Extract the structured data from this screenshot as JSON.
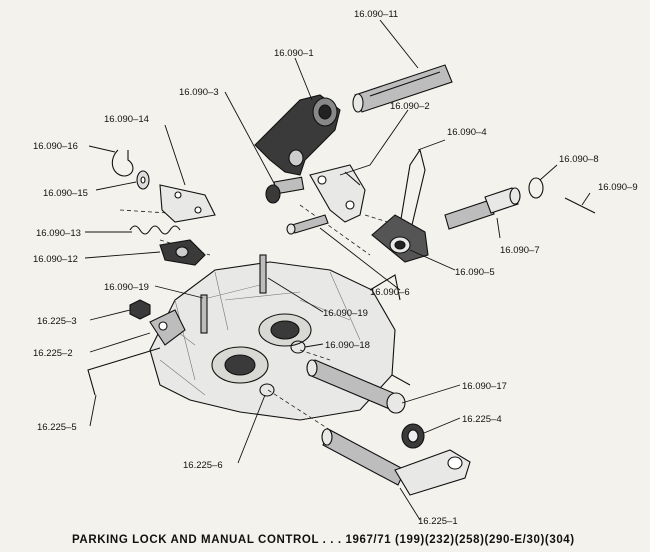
{
  "caption": "PARKING LOCK AND MANUAL CONTROL . . . 1967/71  (199)(232)(258)(290-E/30)(304)",
  "labels": {
    "p16_090_11": "16.090–11",
    "p16_090_1": "16.090–1",
    "p16_090_3": "16.090–3",
    "p16_090_2": "16.090–2",
    "p16_090_4": "16.090–4",
    "p16_090_14": "16.090–14",
    "p16_090_16": "16.090–16",
    "p16_090_15": "16.090–15",
    "p16_090_8": "16.090–8",
    "p16_090_9": "16.090–9",
    "p16_090_13": "16.090–13",
    "p16_090_12": "16.090–12",
    "p16_090_7": "16.090–7",
    "p16_090_5": "16.090–5",
    "p16_090_6": "16.090–6",
    "p16_090_19a": "16.090–19",
    "p16_090_19b": "16.090–19",
    "p16_225_3": "16.225–3",
    "p16_225_2": "16.225–2",
    "p16_090_18": "16.090–18",
    "p16_090_17": "16.090–17",
    "p16_225_4": "16.225–4",
    "p16_225_5": "16.225–5",
    "p16_225_6": "16.225–6",
    "p16_225_1": "16.225–1"
  }
}
